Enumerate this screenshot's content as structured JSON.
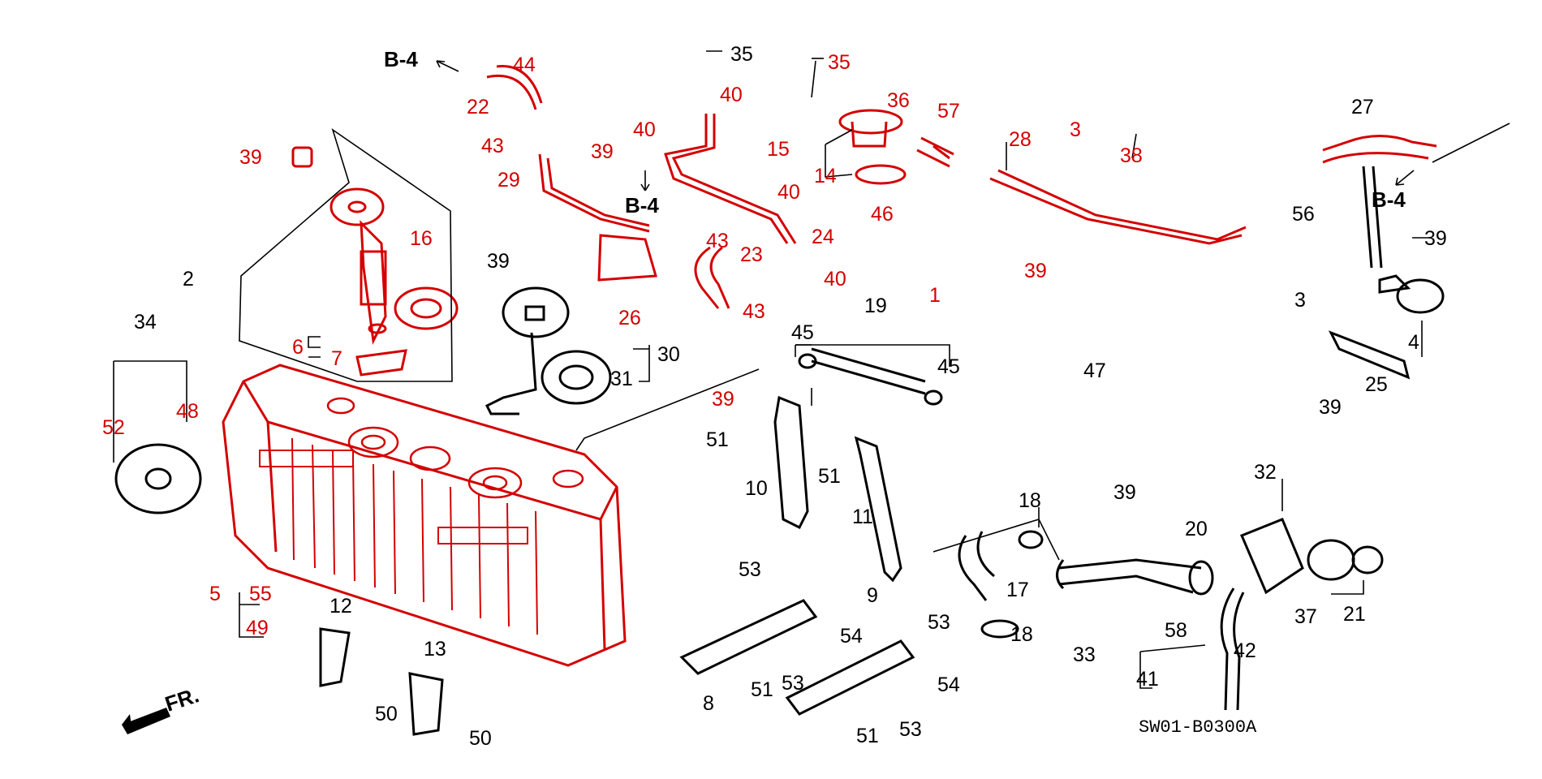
{
  "diagram": {
    "code": "SW01-B0300A",
    "front_indicator": "FR.",
    "ref_label": "B-4",
    "colors": {
      "highlight": "#d40000",
      "normal": "#000000"
    },
    "labels": {
      "l1": "1",
      "l2": "2",
      "l3a": "3",
      "l3b": "3",
      "l4": "4",
      "l5": "5",
      "l6": "6",
      "l7": "7",
      "l8": "8",
      "l9": "9",
      "l10": "10",
      "l11": "11",
      "l12": "12",
      "l13": "13",
      "l14": "14",
      "l15": "15",
      "l16": "16",
      "l17": "17",
      "l18a": "18",
      "l18b": "18",
      "l19": "19",
      "l20": "20",
      "l21": "21",
      "l22": "22",
      "l23": "23",
      "l24": "24",
      "l25": "25",
      "l26": "26",
      "l27": "27",
      "l28": "28",
      "l29": "29",
      "l30": "30",
      "l31": "31",
      "l32": "32",
      "l33": "33",
      "l34": "34",
      "l35a": "35",
      "l35b": "35",
      "l36": "36",
      "l37": "37",
      "l38": "38",
      "l39a": "39",
      "l39b": "39",
      "l39c": "39",
      "l39d": "39",
      "l39e": "39",
      "l39f": "39",
      "l39g": "39",
      "l39h": "39",
      "l40a": "40",
      "l40b": "40",
      "l40c": "40",
      "l40d": "40",
      "l41": "41",
      "l42": "42",
      "l43a": "43",
      "l43b": "43",
      "l43c": "43",
      "l44": "44",
      "l45a": "45",
      "l45b": "45",
      "l46": "46",
      "l47": "47",
      "l48": "48",
      "l49": "49",
      "l50a": "50",
      "l50b": "50",
      "l51a": "51",
      "l51b": "51",
      "l51c": "51",
      "l51d": "51",
      "l52": "52",
      "l53a": "53",
      "l53b": "53",
      "l53c": "53",
      "l53d": "53",
      "l54a": "54",
      "l54b": "54",
      "l55": "55",
      "l56": "56",
      "l57": "57",
      "l58": "58"
    }
  }
}
